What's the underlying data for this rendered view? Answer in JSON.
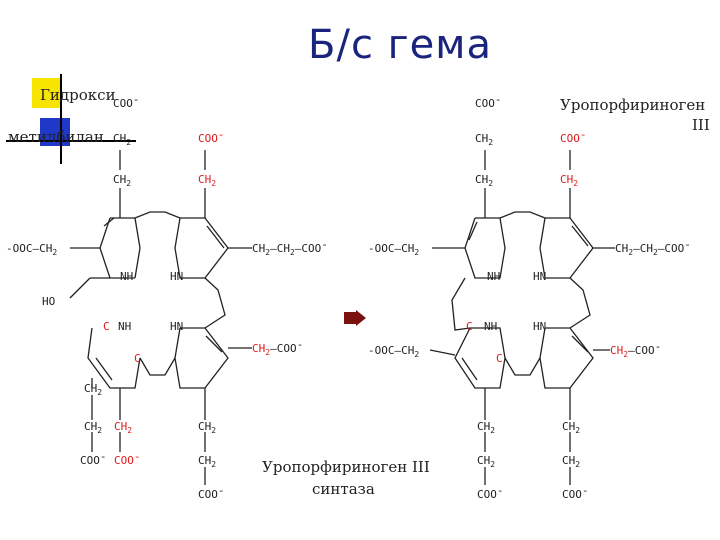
{
  "slide": {
    "title": "Б/с гема"
  },
  "left_label": {
    "line1": "Гидрокси",
    "line2": "метилбилан"
  },
  "right_label": {
    "line1": "Уропорфириноген",
    "line2": "III"
  },
  "enzyme_label": {
    "line1": "Уропорфириноген III",
    "line2": "синтаза"
  },
  "chem": {
    "coo_minus": "COO",
    "minus": "-",
    "ch2": "CH",
    "sub2": "2",
    "nh": "NH",
    "hn": "HN",
    "ooc_left": "OOC",
    "ho": "HO",
    "c": "C"
  },
  "colors": {
    "title": "#1a237e",
    "red": "#e01b1b",
    "ink": "#222222",
    "arrow": "#7a1010"
  }
}
